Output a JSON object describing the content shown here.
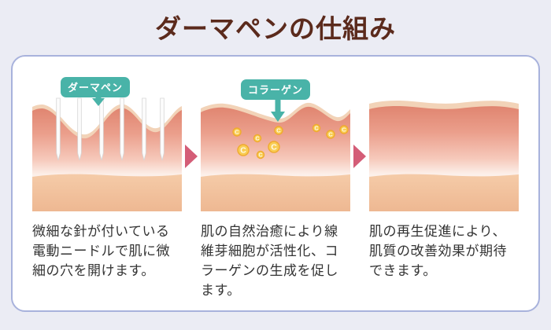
{
  "page": {
    "title": "ダーマペンの仕組み"
  },
  "colors": {
    "background": "#ebecf4",
    "title_text": "#5b2a1c",
    "card_border": "#a8b2dc",
    "card_background": "#ffffff",
    "badge_teal": "#49b3a8",
    "step_arrow_pink": "#d45d77",
    "skin_salmon_top": "#e08570",
    "skin_cream_edge": "#f2d3b8",
    "skin_peach_band": "#f4c8a4",
    "collagen_gold_ring": "#efaa2e",
    "collagen_gold_fill": "#f9cd55",
    "caption_text": "#333333"
  },
  "collagen": {
    "letter": "C"
  },
  "panels": [
    {
      "label": "ダーマペン",
      "caption": "微細な針が付いている電動ニードルで肌に微細の穴を開けます。"
    },
    {
      "label": "コラーゲン",
      "caption": "肌の自然治癒により線維芽細胞が活性化、コラーゲンの生成を促します。"
    },
    {
      "label": "",
      "caption": "肌の再生促進により、肌質の改善効果が期待できます。"
    }
  ]
}
